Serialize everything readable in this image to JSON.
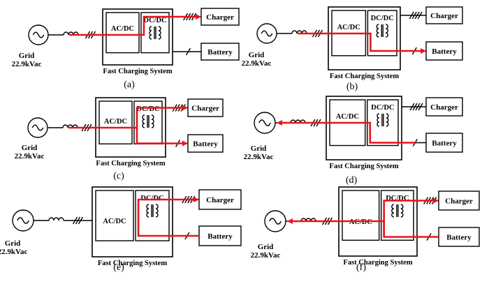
{
  "labels": {
    "grid": "Grid",
    "voltage": "22.9kVac",
    "acdc": "AC/DC",
    "dcdc": "DC/DC",
    "charger": "Charger",
    "battery": "Battery",
    "system": "Fast Charging System"
  },
  "panels": [
    {
      "id": "a",
      "caption": "(a)",
      "flow": "grid-to-charger"
    },
    {
      "id": "b",
      "caption": "(b)",
      "flow": "grid-to-battery"
    },
    {
      "id": "c",
      "caption": "(c)",
      "flow": "grid-to-charger-and-battery"
    },
    {
      "id": "d",
      "caption": "(d)",
      "flow": "battery-to-grid"
    },
    {
      "id": "e",
      "caption": "(e)",
      "flow": "battery-to-charger"
    },
    {
      "id": "f",
      "caption": "(f)",
      "flow": "battery-to-charger-and-grid"
    }
  ],
  "colors": {
    "line": "#000000",
    "power_flow": "#e8141b",
    "background": "#ffffff"
  }
}
